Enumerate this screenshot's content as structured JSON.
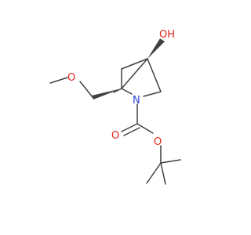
{
  "atoms": {
    "oh": {
      "text": "OH",
      "color": "#e0251b"
    },
    "n": {
      "text": "N",
      "color": "#2f3fd7"
    },
    "o_me": {
      "text": "O",
      "color": "#e0251b"
    },
    "o_co": {
      "text": "O",
      "color": "#e0251b"
    },
    "o_est": {
      "text": "O",
      "color": "#e0251b"
    }
  },
  "bond_color": "#404040"
}
